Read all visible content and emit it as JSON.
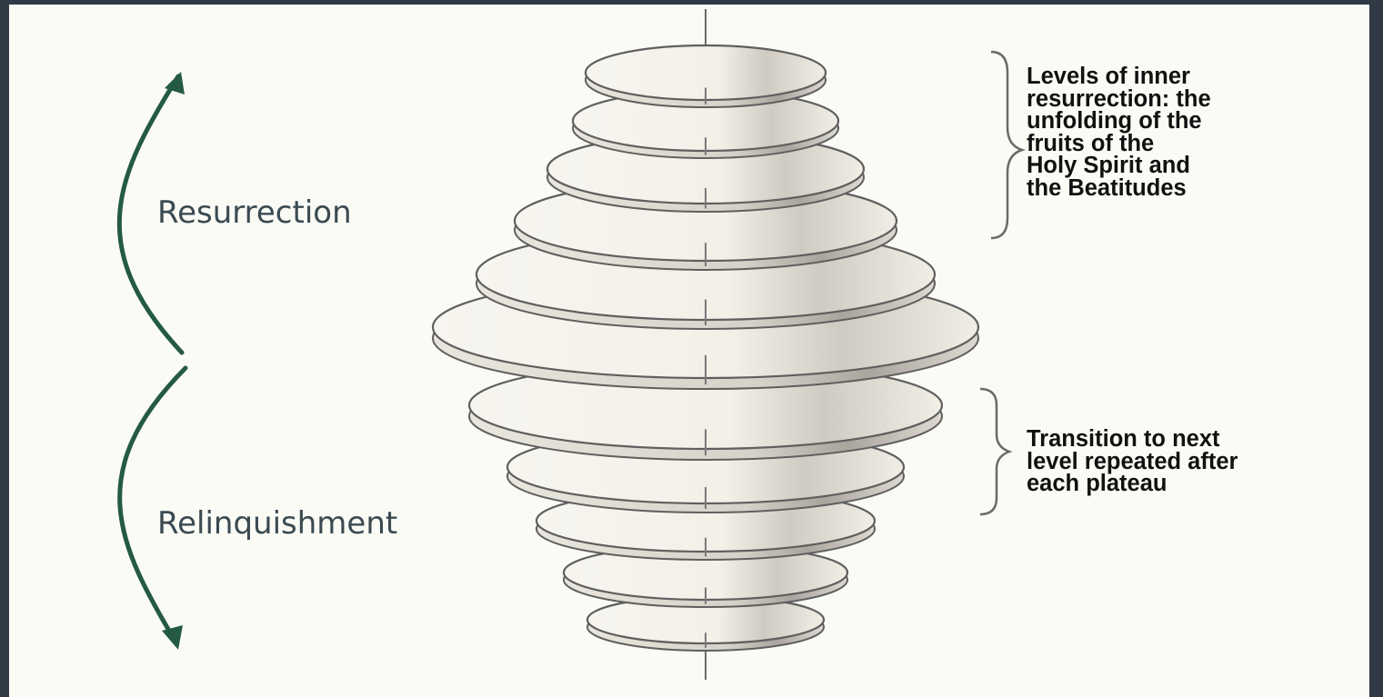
{
  "diagram": {
    "left_arrows": [
      {
        "label": "Resurrection",
        "direction": "up"
      },
      {
        "label": "Relinquishment",
        "direction": "down"
      }
    ],
    "notes": {
      "levels": {
        "lines": [
          "Levels of inner",
          "resurrection: the",
          "unfolding of the",
          "fruits of the",
          "Holy Spirit and",
          "the Beatitudes"
        ]
      },
      "transition": {
        "lines": [
          "Transition to next",
          "level repeated after",
          "each plateau"
        ]
      }
    },
    "disc_count": 11,
    "colors": {
      "frame": "#2f3a44",
      "background": "#fbfbf5",
      "arrow": "#245a45",
      "label_text": "#3a4a52",
      "note_text": "#111111",
      "disc_fill": "#f4f1ea",
      "disc_edge": "#5f5f5f"
    }
  }
}
